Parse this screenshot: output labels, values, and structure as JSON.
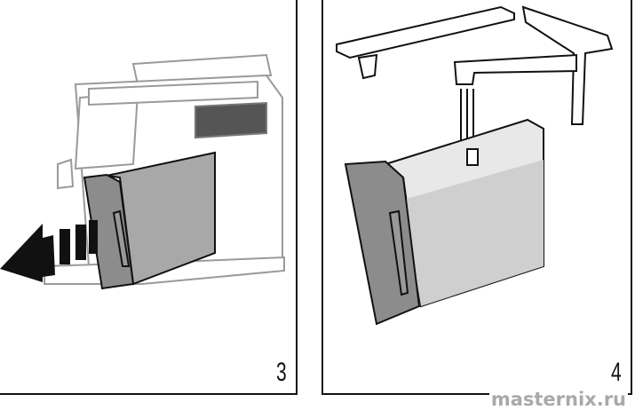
{
  "steps": [
    {
      "number": "3"
    },
    {
      "number": "4"
    }
  ],
  "watermark": "masternix.ru",
  "colors": {
    "line": "#111111",
    "tank_fill": "#a8a8a8",
    "water": "#cfcfcf",
    "machine_line": "#9a9a9a"
  }
}
